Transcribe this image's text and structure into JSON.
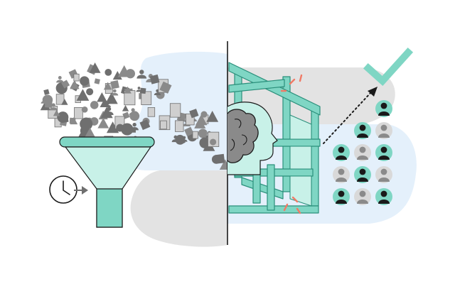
{
  "colors": {
    "teal": "#7fd6c4",
    "teal_light": "#c8f1e8",
    "gray_shape": "#8a8a8a",
    "gray_dark": "#6f6f6f",
    "gray_blob": "#e3e3e3",
    "blue_blob": "#e4f0fb",
    "ink": "#1a1a1a",
    "accent_red": "#f07a66"
  },
  "icons": {
    "funnel": "funnel-icon",
    "clock": "clock-icon",
    "arrow": "arrow-right-icon",
    "brain": "brain-icon",
    "head": "head-profile-icon",
    "check": "checkmark-icon",
    "person": "person-icon"
  },
  "people_grid": {
    "rows": [
      [
        "empty",
        "empty",
        "dark"
      ],
      [
        "empty",
        "dark",
        "gray"
      ],
      [
        "dark",
        "gray",
        "dark"
      ],
      [
        "gray",
        "dark",
        "gray"
      ],
      [
        "dark",
        "gray",
        "dark"
      ]
    ]
  }
}
